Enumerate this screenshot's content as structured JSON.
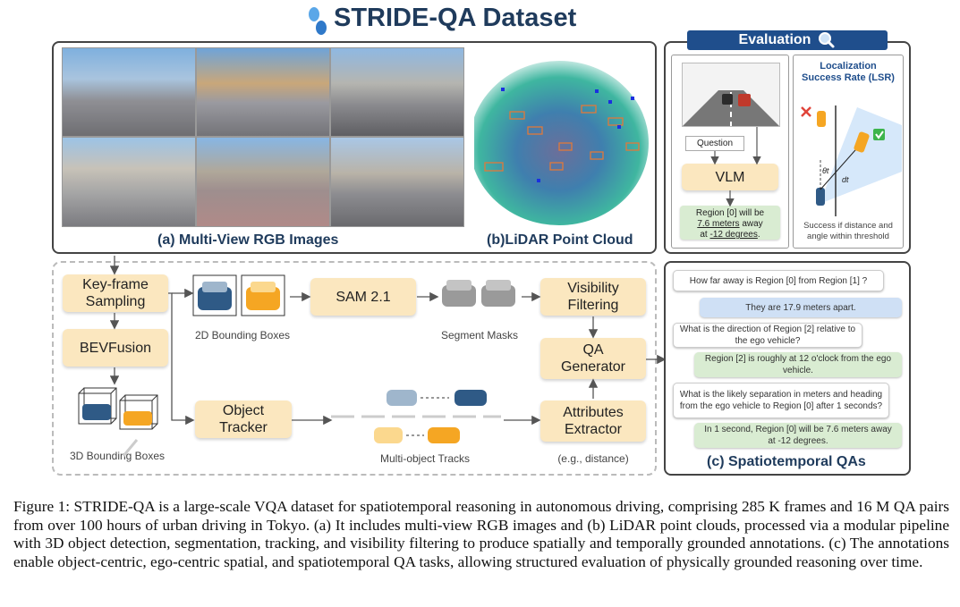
{
  "title": "STRIDE-QA Dataset",
  "panels": {
    "rgb_label": "(a) Multi-View RGB Images",
    "lidar_label": "(b)LiDAR Point Cloud",
    "qa_label": "(c) Spatiotemporal QAs"
  },
  "evaluation": {
    "header": "Evaluation",
    "question": "Question",
    "vlm": "VLM",
    "answer_line1": "Region [0] will be",
    "answer_line2": "7.6 meters",
    "answer_line2b": " away",
    "answer_line3": "at ",
    "answer_line3b": "-12 degrees",
    "answer_line3c": ".",
    "lsr_title_1": "Localization",
    "lsr_title_2": "Success Rate (LSR)",
    "theta": "θt",
    "dist": "dt",
    "lsr_note_1": "Success if distance and",
    "lsr_note_2": "angle within threshold"
  },
  "pipeline": {
    "keyframe": "Key-frame Sampling",
    "bevfusion": "BEVFusion",
    "box3d": "3D Bounding Boxes",
    "box2d": "2D Bounding Boxes",
    "sam": "SAM 2.1",
    "seg_masks": "Segment Masks",
    "visibility": "Visibility Filtering",
    "qa_gen": "QA Generator",
    "object_tracker": "Object Tracker",
    "tracks": "Multi-object Tracks",
    "attributes": "Attributes Extractor",
    "attributes_eg": "(e.g., distance)"
  },
  "qas": [
    {
      "kind": "q",
      "text": "How far away is Region [0] from Region [1] ?"
    },
    {
      "kind": "a",
      "text": "They are 17.9 meters apart."
    },
    {
      "kind": "q",
      "text": "What is the direction of Region [2] relative to the ego vehicle?"
    },
    {
      "kind": "a",
      "text": "Region [2] is roughly at 12 o'clock from the ego vehicle."
    },
    {
      "kind": "q",
      "text": "What is the likely separation in meters and heading from the ego vehicle to Region [0] after 1 seconds?"
    },
    {
      "kind": "a",
      "text": "In 1 second, Region [0] will be 7.6 meters away at -12 degrees."
    }
  ],
  "caption": "Figure 1: STRIDE-QA is a large-scale VQA dataset for spatiotemporal reasoning in autonomous driving, comprising 285 K frames and 16 M QA pairs from over 100 hours of urban driving in Tokyo. (a) It includes multi-view RGB images and (b) LiDAR point clouds, processed via a modular pipeline with 3D object detection, segmentation, tracking, and visibility filtering to produce spatially and temporally grounded annotations. (c) The annotations enable object-centric, ego-centric spatial, and spatiotemporal QA tasks, allowing structured evaluation of physically grounded reasoning over time.",
  "colors": {
    "accent": "#1f3b5c",
    "node": "#fbe7bf",
    "car_blue": "#2f5a86",
    "car_orange": "#f5a623"
  }
}
